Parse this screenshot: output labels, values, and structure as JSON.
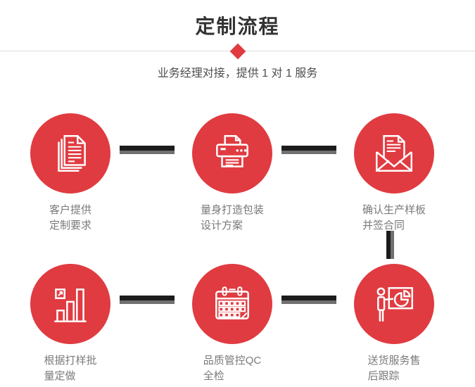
{
  "header": {
    "title": "定制流程",
    "subtitle": "业务经理对接，提供 1 对 1 服务"
  },
  "steps": [
    {
      "icon": "stacked-documents-icon",
      "label_line1": "客户提供",
      "label_line2": "定制要求"
    },
    {
      "icon": "printer-icon",
      "label_line1": "量身打造包装",
      "label_line2": "设计方案"
    },
    {
      "icon": "open-envelope-letter-icon",
      "label_line1": "确认生产样板",
      "label_line2": "并签合同"
    },
    {
      "icon": "bar-chart-growth-icon",
      "label_line1": "根据打样批",
      "label_line2": "量定做"
    },
    {
      "icon": "calendar-icon",
      "label_line1": "品质管控QC",
      "label_line2": "全检"
    },
    {
      "icon": "presenter-pie-chart-icon",
      "label_line1": "送货服务售",
      "label_line2": "后跟踪"
    }
  ],
  "colors": {
    "accent_red": "#E03B41",
    "connector_dark": "#1C1C1C",
    "connector_gray": "#707070",
    "divider_gray": "#DDDDDD",
    "title_text": "#333333",
    "subtitle_text": "#4D4D4D",
    "label_text": "#7A7A7A"
  }
}
